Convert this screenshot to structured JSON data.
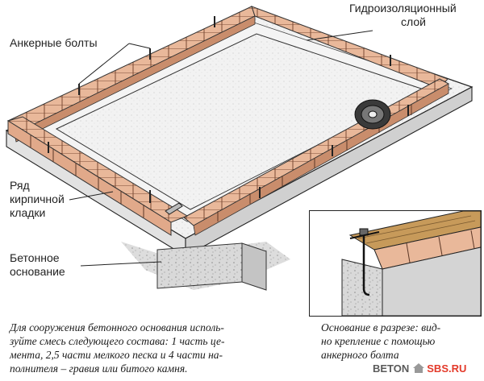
{
  "labels": {
    "anchor_bolts": "Анкерные болты",
    "waterproofing": [
      "Гидроизоляционный",
      "слой"
    ],
    "brick_row": [
      "Ряд",
      "кирпичной",
      "кладки"
    ],
    "concrete_base": [
      "Бетонное",
      "основание"
    ]
  },
  "captions": {
    "mix": [
      "Для сооружения бетонного основания исполь-",
      "зуйте смесь следующего состава: 1 часть це-",
      "мента, 2,5 части мелкого песка и 4 части на-",
      "полнителя – гравия или битого камня."
    ],
    "section": [
      "Основание в разрезе: вид-",
      "но крепление с помощью",
      "анкерного болта"
    ]
  },
  "watermark": {
    "part1": "BETON",
    "part2": "SBS.RU",
    "icon": "house-icon"
  },
  "colors": {
    "brick": "#e9b89a",
    "brick_dark": "#c98d6c",
    "concrete": "#dcdcdc",
    "line": "#222222",
    "wood": "#c79a5a",
    "watermark_red": "#e33a2a"
  }
}
